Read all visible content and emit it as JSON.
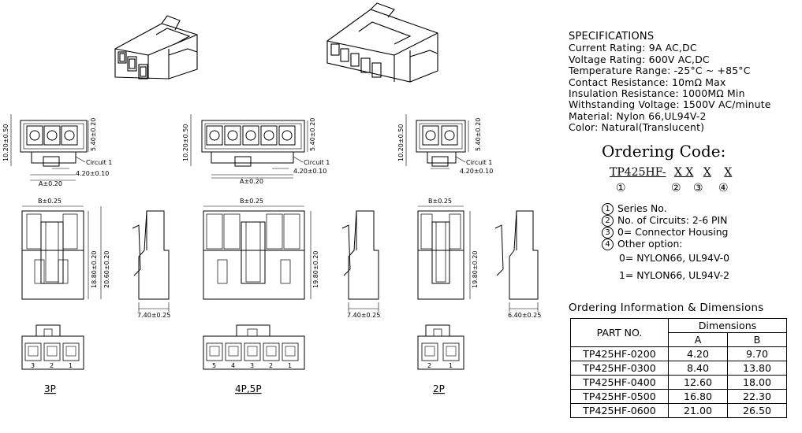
{
  "specifications": {
    "title": "SPECIFICATIONS",
    "lines": [
      "Current Rating: 9A AC,DC",
      "Voltage Rating: 600V AC,DC",
      "Temperature Range: -25°C ~ +85°C",
      "Contact Resistance: 10mΩ Max",
      "Insulation Resistance: 1000MΩ Min",
      "Withstanding Voltage: 1500V AC/minute",
      "Material: Nylon 66,UL94V-2",
      "Color: Natural(Translucent)"
    ]
  },
  "ordering_code": {
    "title": "Ordering Code:",
    "prefix": "TP425HF-",
    "field_2": "X X",
    "field_3": "X",
    "field_4": "X",
    "markers": [
      "①",
      "②",
      "③",
      "④"
    ]
  },
  "notes": {
    "n1": {
      "num": "1",
      "text": "Series No."
    },
    "n2": {
      "num": "2",
      "text": "No. of Circuits: 2-6 PIN"
    },
    "n3": {
      "num": "3",
      "text": "0= Connector Housing"
    },
    "n4": {
      "num": "4",
      "text": "Other option:"
    },
    "opt0": "0= NYLON66, UL94V-0",
    "opt1": "1= NYLON66, UL94V-2"
  },
  "table": {
    "title": "Ordering Information & Dimensions",
    "header_part": "PART NO.",
    "header_dims": "Dimensions",
    "header_a": "A",
    "header_b": "B",
    "rows": [
      {
        "part": "TP425HF-0200",
        "a": "4.20",
        "b": "9.70"
      },
      {
        "part": "TP425HF-0300",
        "a": "8.40",
        "b": "13.80"
      },
      {
        "part": "TP425HF-0400",
        "a": "12.60",
        "b": "18.00"
      },
      {
        "part": "TP425HF-0500",
        "a": "16.80",
        "b": "22.30"
      },
      {
        "part": "TP425HF-0600",
        "a": "21.00",
        "b": "26.50"
      }
    ]
  },
  "drawing": {
    "dim_10_20": "10.20±0.50",
    "dim_5_40": "5.40±0.20",
    "circuit1": "Circuit 1",
    "dim_4_20": "4.20±0.10",
    "dim_a": "A±0.20",
    "dim_b": "B±0.25",
    "dim_18_80": "18.80±0.20",
    "dim_20_60": "20.60±0.20",
    "dim_19_80": "19.80±0.20",
    "dim_7_40": "7.40±0.25",
    "dim_6_40": "6.40±0.25",
    "label_3p": "3P",
    "label_4p5p": "4P,5P",
    "label_2p": "2P",
    "pin_labels_3": [
      "3",
      "2",
      "1"
    ],
    "pin_labels_5": [
      "5",
      "4",
      "3",
      "2",
      "1"
    ],
    "pin_labels_2": [
      "2",
      "1"
    ]
  }
}
